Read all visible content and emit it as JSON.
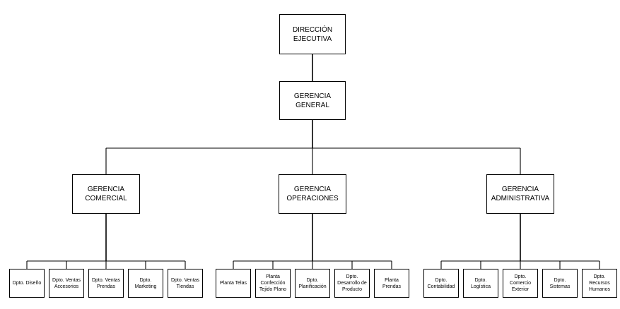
{
  "org_chart": {
    "director": {
      "label": "DIRECCIÓN\nEJECUTIVA"
    },
    "general": {
      "label": "GERENCIA\nGENERAL"
    },
    "managers": [
      {
        "label": "GERENCIA\nCOMERCIAL",
        "departments": [
          "Dpto. Diseño",
          "Dpto. Ventas\nAccesorios",
          "Dpto. Ventas\nPrendas",
          "Dpto.\nMarketing",
          "Dpto. Ventas\nTiendas"
        ]
      },
      {
        "label": "GERENCIA\nOPERACIONES",
        "departments": [
          "Planta Telas",
          "Planta\nConfección\nTejido Plano",
          "Dpto.\nPlanificación",
          "Dpto.\nDesarrollo de\nProducto",
          "Planta\nPrendas"
        ]
      },
      {
        "label": "GERENCIA\nADMINISTRATIVA",
        "departments": [
          "Dpto.\nContabilidad",
          "Dpto.\nLogística",
          "Dpto.\nComercio\nExterior",
          "Dpto.\nSistemas",
          "Dpto.\nRecursos\nHumanos"
        ]
      }
    ]
  }
}
